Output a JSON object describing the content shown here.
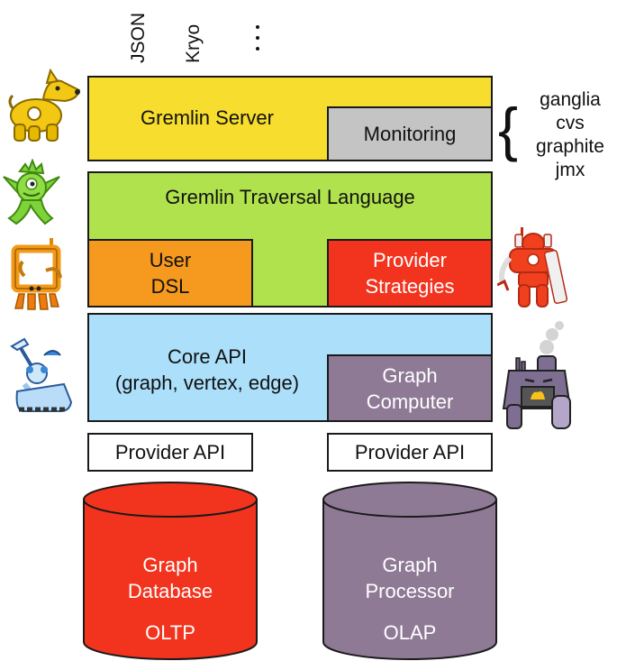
{
  "serializers": [
    "JSON",
    "Kryo",
    "..."
  ],
  "colors": {
    "server": "#f7dd2d",
    "monitoring": "#c4c4c4",
    "traversal": "#b0e24d",
    "user_dsl": "#f5991f",
    "provider_strategies": "#f2341e",
    "core_api": "#abdffa",
    "graph_computer": "#8f7a96",
    "graph_database": "#f2341e",
    "graph_processor": "#8f7a96"
  },
  "layers": {
    "server": {
      "label": "Gremlin Server"
    },
    "monitoring": {
      "label": "Monitoring"
    },
    "traversal": {
      "label": "Gremlin Traversal Language"
    },
    "user_dsl": {
      "line1": "User",
      "line2": "DSL"
    },
    "provider_strategies": {
      "line1": "Provider",
      "line2": "Strategies"
    },
    "core_api": {
      "line1": "Core API",
      "line2": "(graph, vertex, edge)"
    },
    "graph_computer": {
      "line1": "Graph",
      "line2": "Computer"
    },
    "provider_api_left": {
      "label": "Provider API"
    },
    "provider_api_right": {
      "label": "Provider API"
    }
  },
  "monitoring_tools": [
    "ganglia",
    "cvs",
    "graphite",
    "jmx"
  ],
  "storage": {
    "graph_database": {
      "line1": "Graph",
      "line2": "Database",
      "mode": "OLTP"
    },
    "graph_processor": {
      "line1": "Graph",
      "line2": "Processor",
      "mode": "OLAP"
    }
  },
  "mascots": {
    "left": [
      "dog-robot-mascot",
      "green-gremlin-mascot",
      "orange-frame-mascot",
      "blue-tank-mascot"
    ],
    "right": [
      "red-robot-mascot",
      "purple-furnace-mascot"
    ]
  }
}
